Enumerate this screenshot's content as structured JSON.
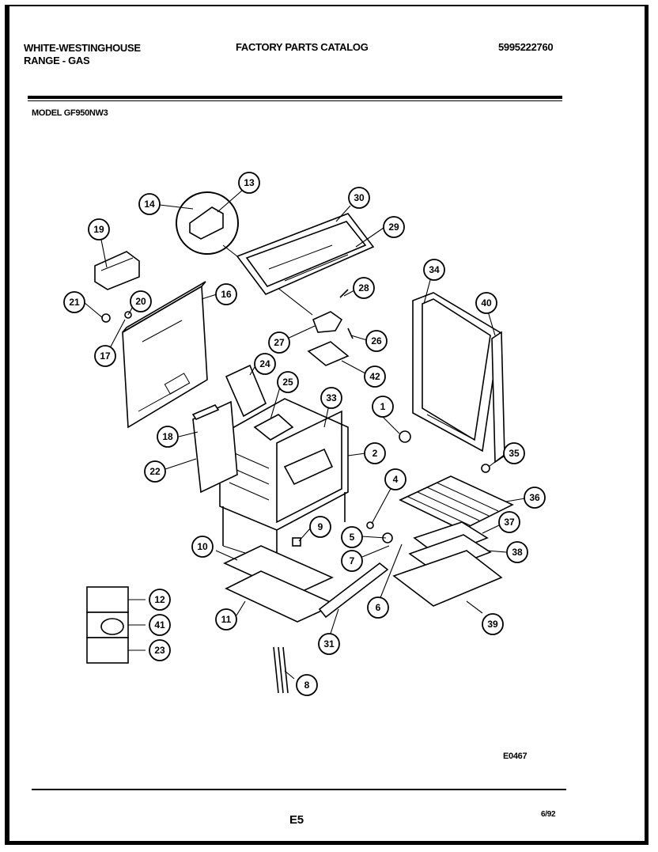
{
  "header": {
    "brand_line1": "WHITE-WESTINGHOUSE",
    "brand_line2": "RANGE - GAS",
    "catalog_title": "FACTORY PARTS CATALOG",
    "catalog_number": "5995222760",
    "model": "MODEL GF950NW3"
  },
  "diagram": {
    "callouts": [
      "1",
      "2",
      "4",
      "5",
      "6",
      "7",
      "8",
      "9",
      "10",
      "11",
      "12",
      "13",
      "14",
      "16",
      "17",
      "18",
      "19",
      "20",
      "21",
      "22",
      "23",
      "24",
      "25",
      "26",
      "27",
      "28",
      "29",
      "30",
      "31",
      "33",
      "34",
      "35",
      "36",
      "37",
      "38",
      "39",
      "40",
      "41",
      "42"
    ]
  },
  "footer": {
    "diagram_code": "E0467",
    "page_label": "E5",
    "date": "6/92"
  }
}
